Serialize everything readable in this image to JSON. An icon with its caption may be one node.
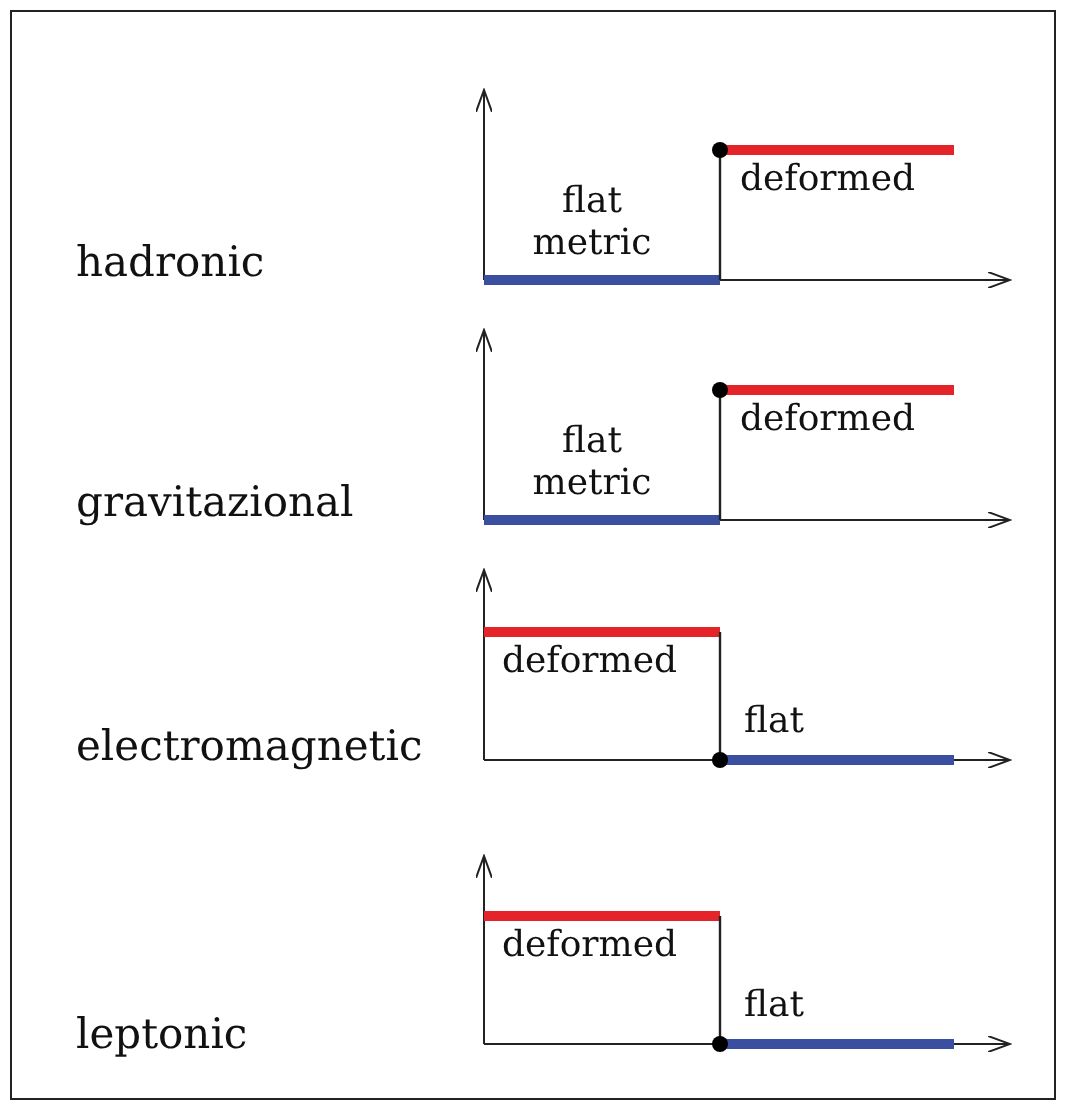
{
  "diagram": {
    "labels": [
      "deformed",
      "flat metric",
      "hadronic",
      "deformed",
      "flat metric",
      "gravitazional",
      "deformed",
      "flat",
      "electromagnetic",
      "deformed",
      "flat",
      "leptonic"
    ]
  }
}
